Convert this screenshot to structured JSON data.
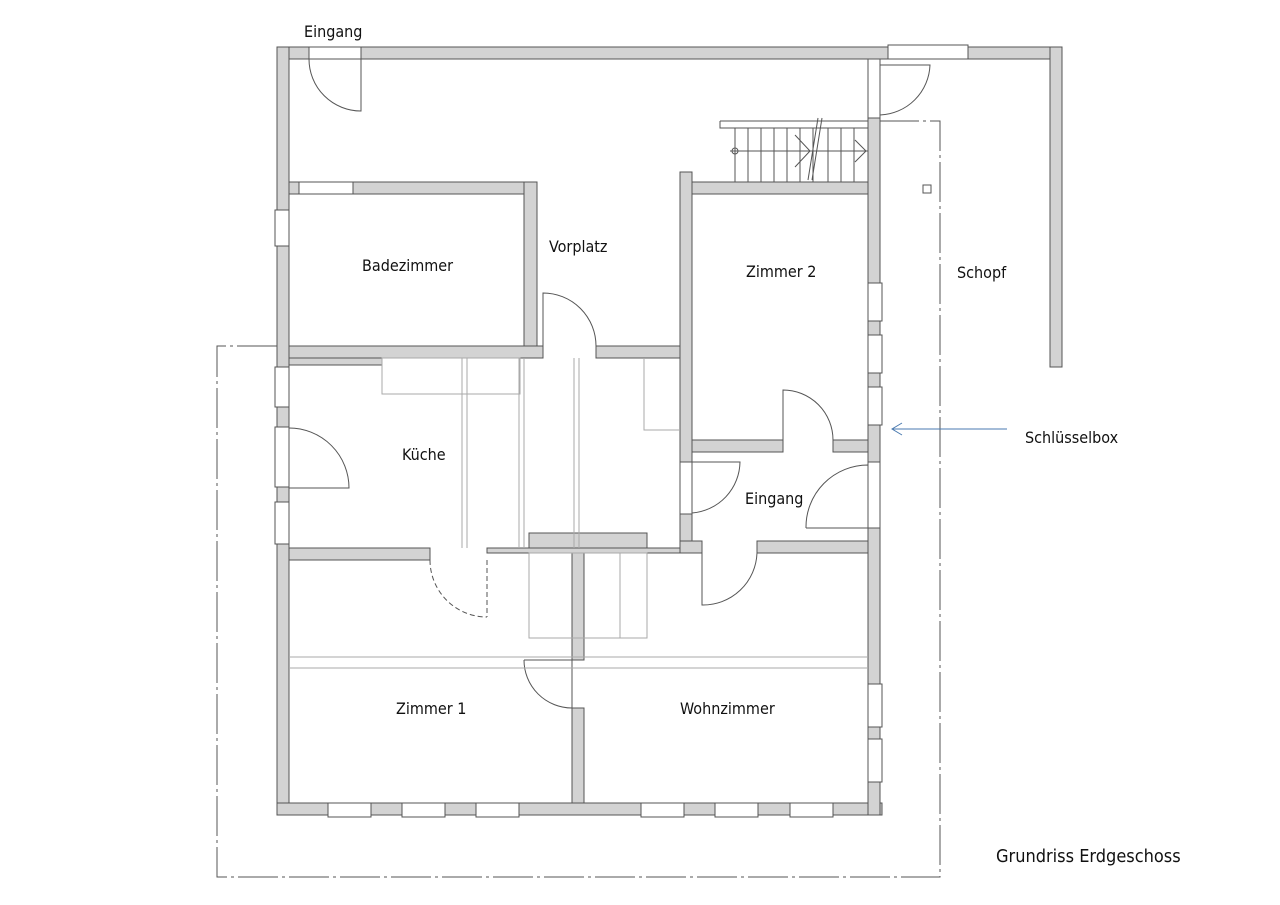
{
  "title": "Grundriss Erdgeschoss",
  "rooms": {
    "eingang_top": "Eingang",
    "badezimmer": "Badezimmer",
    "vorplatz": "Vorplatz",
    "zimmer2": "Zimmer 2",
    "schopf": "Schopf",
    "kueche": "Küche",
    "eingang": "Eingang",
    "zimmer1": "Zimmer 1",
    "wohnzimmer": "Wohnzimmer"
  },
  "annotation": {
    "label": "Schlüsselbox",
    "arrow_color": "#4a7ab0"
  }
}
